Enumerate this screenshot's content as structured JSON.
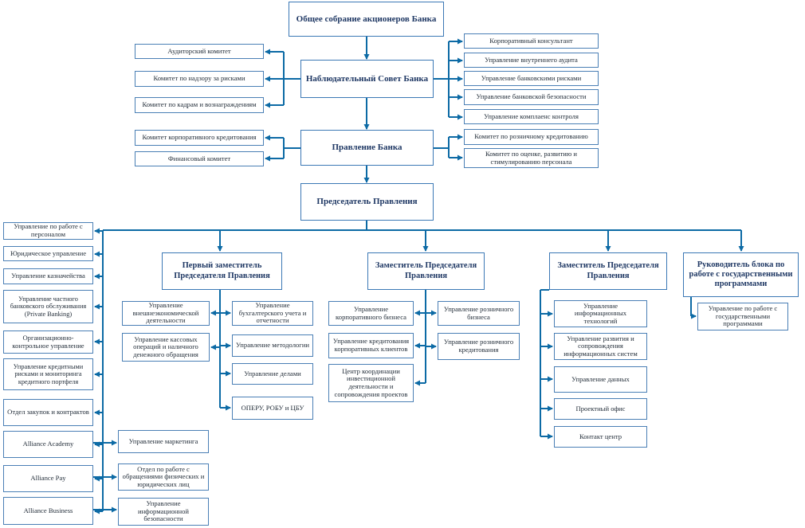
{
  "colors": {
    "line": "#0c6aa5",
    "box_border": "#3b78b5",
    "heading_text": "#1f3864"
  },
  "nodes": {
    "assembly": "Общее собрание акционеров Банка",
    "supervisory_board": "Наблюдательный Совет Банка",
    "audit_committee": "Аудиторский комитет",
    "risk_committee": "Комитет по надзору за рисками",
    "hr_committee": "Комитет по кадрам и вознаграждениям",
    "corp_consultant": "Корпоративный консультант",
    "internal_audit": "Управление внутреннего аудита",
    "bank_risks": "Управление банковскими рисками",
    "bank_security": "Управление банковской безопасности",
    "compliance": "Управление комплаенс контроля",
    "management_board": "Правление Банка",
    "corp_credit_committee": "Комитет корпоративного кредитования",
    "finance_committee": "Финансовый комитет",
    "retail_credit_committee": "Комитет по розничному кредитованию",
    "personnel_committee": "Комитет по оценке, развитию и стимулированию персонала",
    "chairman": "Председатель Правления",
    "hr_department": "Управление по работе с персоналом",
    "legal": "Юридическое управление",
    "treasury": "Управление казначейства",
    "private_banking": "Управление частного банковского обслуживания (Private Banking)",
    "org_control": "Организационно-контрольное управление",
    "credit_risk": "Управление кредитными рисками и мониторинга кредитного портфеля",
    "procurement": "Отдел закупок и контрактов",
    "academy": "Alliance Academy",
    "pay": "Alliance Pay",
    "business": "Alliance Business",
    "marketing": "Управление маркетинга",
    "appeals": "Отдел по работе с обращениями физических и юридических лиц",
    "info_security": "Управление информационной безопасности",
    "first_deputy": "Первый заместитель Председателя Правления",
    "fx_activity": "Управление внешнеэкономической деятельности",
    "cash_ops": "Управление кассовых операций и наличного денежного обращения",
    "accounting": "Управление бухгалтерского учета и отчетности",
    "methodology": "Управление методологии",
    "affairs": "Управление делами",
    "operu": "ОПЕРУ, РОБУ и ЦБУ",
    "deputy_1": "Заместитель Председателя Правления",
    "corp_business": "Управление корпоративного бизнеса",
    "corp_lending": "Управление кредитования корпоративных клиентов",
    "invest_center": "Центр координации инвестиционной деятельности и сопровождения проектов",
    "retail_business": "Управление розничного бизнеса",
    "retail_lending": "Управление розничного кредитования",
    "deputy_2": "Заместитель Председателя Правления",
    "it": "Управление информационных технологий",
    "is_dev": "Управление развития и сопровождения информационных систем",
    "data": "Управление данных",
    "project_office": "Проектный офис",
    "contact_center": "Контакт центр",
    "gov_head": "Руководитель блока по работе с государственными программами",
    "gov_department": "Управление по работе с государственными программами"
  }
}
